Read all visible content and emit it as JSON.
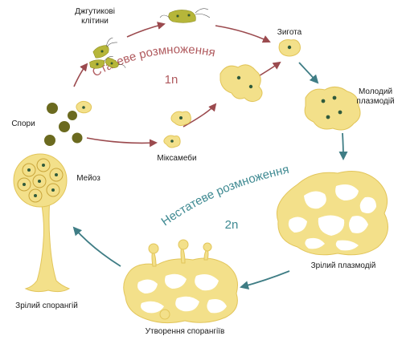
{
  "labels": {
    "flagellated_cells": [
      "Джгутикові",
      "клітини"
    ],
    "zygote": "Зигота",
    "young_plasmodium": [
      "Молодий",
      "плазмодій"
    ],
    "spores": "Спори",
    "myxamoebae": "Міксамеби",
    "meiosis": "Мейоз",
    "mature_plasmodium": "Зрілий плазмодій",
    "sporangia_formation": "Утворення спорангіїв",
    "mature_sporangium": "Зрілий спорангій"
  },
  "sexual": {
    "title": "Статеве розмноження",
    "ploidy": "1n"
  },
  "asexual": {
    "title": "Нестатеве розмноження",
    "ploidy": "2n"
  },
  "colors": {
    "cell_fill": "#f3e08a",
    "cell_stroke": "#e2c55a",
    "nucleus": "#2f5a3c",
    "spore": "#6b6a1f",
    "flagellate": "#b6b63a",
    "arrow_sexual": "#9b4a4e",
    "arrow_asexual": "#3f7d85",
    "text_sexual": "#b05a5e",
    "text_asexual": "#3f8a92"
  }
}
